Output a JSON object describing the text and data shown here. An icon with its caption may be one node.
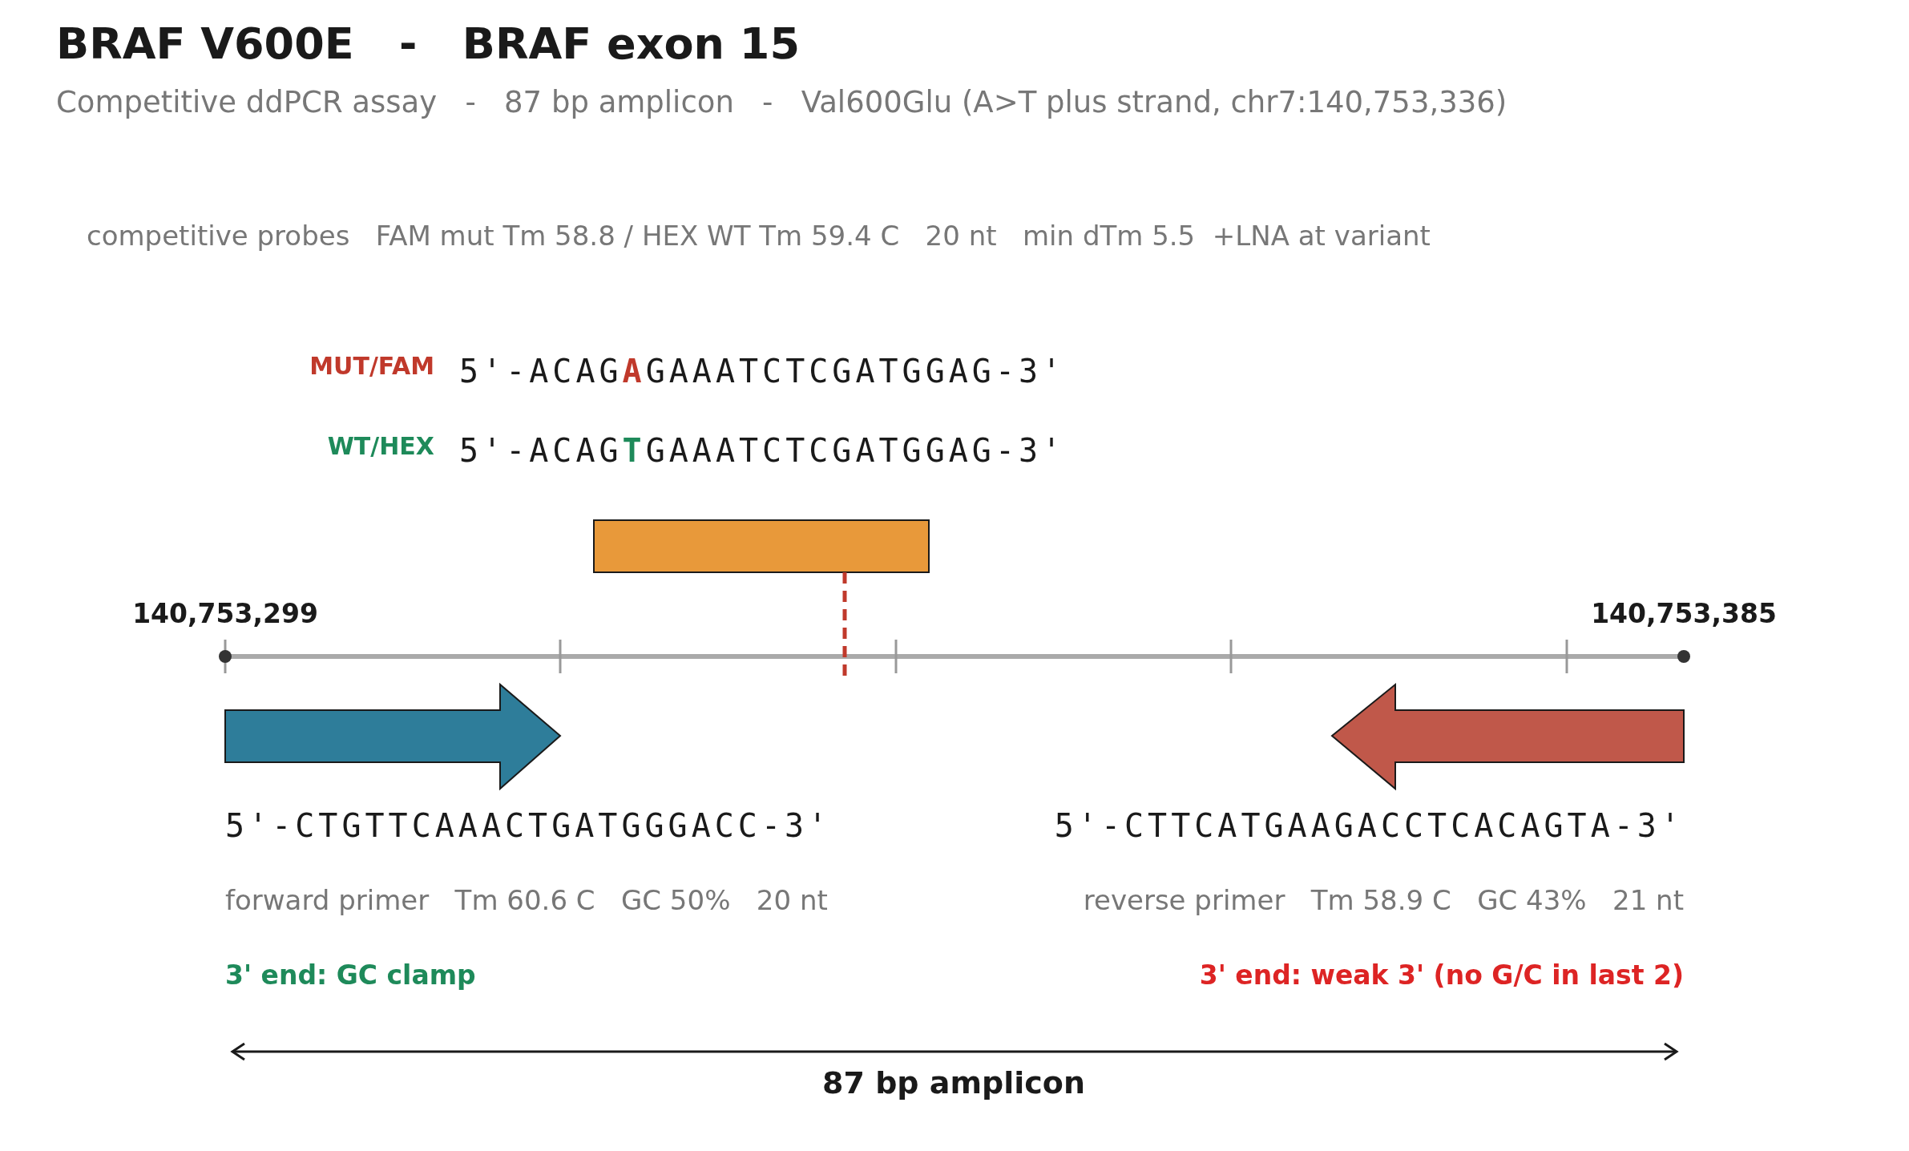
{
  "diagram": {
    "title": "BRAF V600E   -   BRAF exon 15",
    "nodes": [
      {
        "text": [],
        "shape": "bar"
      },
      {
        "text": [],
        "shape": "line"
      }
    ],
    "edges": [
      {
        "from": 0,
        "to": 1,
        "arrow": "none",
        "style": "dashed",
        "color": "#c0392b"
      }
    ],
    "labels": [
      "Competitive ddPCR assay   -   87 bp amplicon   -   Val600Glu (A>T plus strand, chr7:140,753,336)",
      "competitive probes   FAM mut Tm 58.8 / HEX WT Tm 59.4 C   20 nt   min dTm 5.5  +LNA at variant",
      "MUT/FAM",
      "5'-ACAG**A**GAAATCTCGATGGAG-3'",
      "WT/HEX",
      "5'-ACAG**T**GAAATCTCGATGGAG-3'",
      "140,753,299",
      "140,753,385",
      "5'-CTGTTCAAACTGATGGGACC-3'",
      "5'-CTTCATGAAGACCTCACAGTA-3'",
      "forward primer   Tm 60.6 C   GC 50%   20 nt",
      "reverse primer   Tm 58.9 C   GC 43%   21 nt",
      "3' end: GC clamp",
      "3' end: weak 3' (no G/C in last 2)",
      "87 bp amplicon"
    ]
  }
}
